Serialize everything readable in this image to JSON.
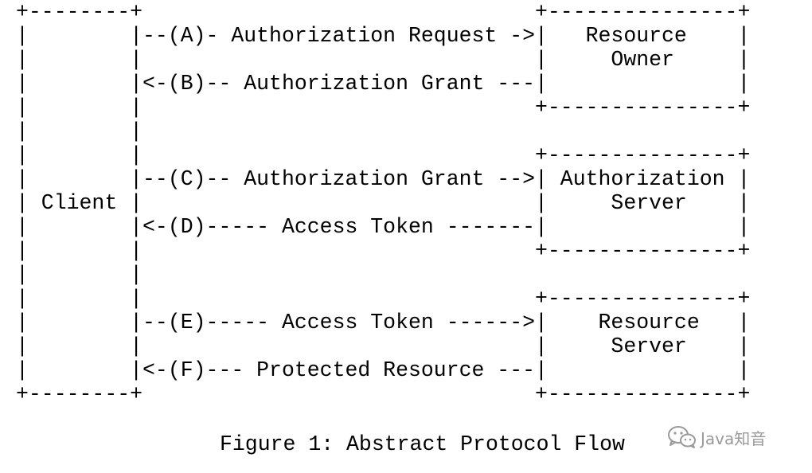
{
  "diagram": {
    "lines": [
      "+--------+                               +---------------+",
      "|        |--(A)- Authorization Request ->|   Resource    |",
      "|        |                               |     Owner     |",
      "|        |<-(B)-- Authorization Grant ---|               |",
      "|        |                               +---------------+",
      "|        |",
      "|        |                               +---------------+",
      "|        |--(C)-- Authorization Grant -->| Authorization |",
      "| Client |                               |     Server    |",
      "|        |<-(D)----- Access Token -------|               |",
      "|        |                               +---------------+",
      "|        |",
      "|        |                               +---------------+",
      "|        |--(E)----- Access Token ------>|    Resource   |",
      "|        |                               |     Server    |",
      "|        |<-(F)--- Protected Resource ---|               |",
      "+--------+                               +---------------+"
    ]
  },
  "caption": "Figure 1: Abstract Protocol Flow",
  "watermark": {
    "text": "Java知音",
    "icon": "wechat-icon",
    "color": "#9a9a9a"
  }
}
